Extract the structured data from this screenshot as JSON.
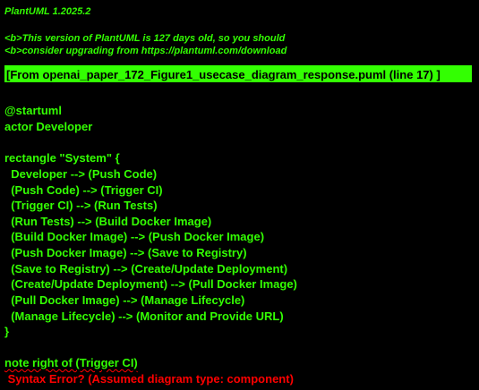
{
  "header": {
    "version": "PlantUML 1.2025.2",
    "warning_line1": "<b>This version of PlantUML is 127 days old, so you should",
    "warning_line2": "<b>consider upgrading from https://plantuml.com/download"
  },
  "source_ref": "[From openai_paper_172_Figure1_usecase_diagram_response.puml (line 17) ]",
  "code_lines": [
    "@startuml",
    "actor Developer",
    "",
    "rectangle \"System\" {",
    "  Developer --> (Push Code)",
    "  (Push Code) --> (Trigger CI)",
    "  (Trigger CI) --> (Run Tests)",
    "  (Run Tests) --> (Build Docker Image)",
    "  (Build Docker Image) --> (Push Docker Image)",
    "  (Push Docker Image) --> (Save to Registry)",
    "  (Save to Registry) --> (Create/Update Deployment)",
    "  (Create/Update Deployment) --> (Pull Docker Image)",
    "  (Pull Docker Image) --> (Manage Lifecycle)",
    "  (Manage Lifecycle) --> (Monitor and Provide URL)",
    "}",
    "",
    "note right of (Trigger CI)"
  ],
  "error_message": " Syntax Error? (Assumed diagram type: component)",
  "colors": {
    "background": "#000000",
    "text": "#33FF02",
    "highlight_bg": "#33FF02",
    "highlight_text": "#000000",
    "error": "#FF0000"
  }
}
